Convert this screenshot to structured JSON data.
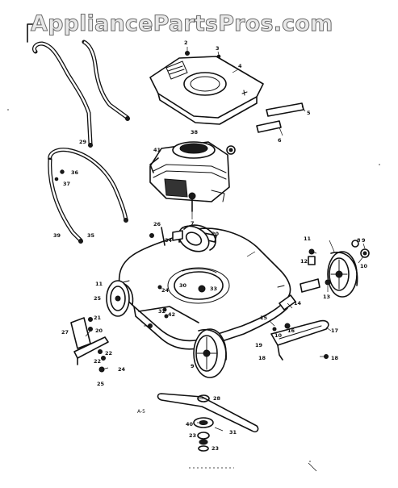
{
  "watermark": {
    "text": "AppliancePartsPros.com"
  },
  "diagram": {
    "caption": "A-5",
    "callouts": [
      {
        "id": "c2",
        "text": "2"
      },
      {
        "id": "c3",
        "text": "3"
      },
      {
        "id": "c4",
        "text": "4"
      },
      {
        "id": "c5",
        "text": "5"
      },
      {
        "id": "c6",
        "text": "6"
      },
      {
        "id": "c7",
        "text": "7"
      },
      {
        "id": "c8",
        "text": "8"
      },
      {
        "id": "c9",
        "text": "9"
      },
      {
        "id": "c10",
        "text": "10"
      },
      {
        "id": "c11",
        "text": "11"
      },
      {
        "id": "c12",
        "text": "12"
      },
      {
        "id": "c13",
        "text": "13"
      },
      {
        "id": "c14",
        "text": "14"
      },
      {
        "id": "c15",
        "text": "15"
      },
      {
        "id": "c16",
        "text": "16"
      },
      {
        "id": "c17",
        "text": "17"
      },
      {
        "id": "c18",
        "text": "18"
      },
      {
        "id": "c19",
        "text": "19"
      },
      {
        "id": "c20",
        "text": "20"
      },
      {
        "id": "c21",
        "text": "21"
      },
      {
        "id": "c22",
        "text": "22"
      },
      {
        "id": "c23",
        "text": "23"
      },
      {
        "id": "c24",
        "text": "24"
      },
      {
        "id": "c25",
        "text": "25"
      },
      {
        "id": "c26",
        "text": "26"
      },
      {
        "id": "c27",
        "text": "27"
      },
      {
        "id": "c28",
        "text": "28"
      },
      {
        "id": "c29",
        "text": "29"
      },
      {
        "id": "c30",
        "text": "30"
      },
      {
        "id": "c31",
        "text": "31"
      },
      {
        "id": "c32",
        "text": "32"
      },
      {
        "id": "c33",
        "text": "33"
      },
      {
        "id": "c34",
        "text": "34"
      },
      {
        "id": "c35",
        "text": "35"
      },
      {
        "id": "c36",
        "text": "36"
      },
      {
        "id": "c37",
        "text": "37"
      },
      {
        "id": "c38",
        "text": "38"
      },
      {
        "id": "c39",
        "text": "39"
      },
      {
        "id": "c40",
        "text": "40"
      },
      {
        "id": "c41",
        "text": "41"
      },
      {
        "id": "c42",
        "text": "42"
      },
      {
        "id": "c9b",
        "text": "9"
      },
      {
        "id": "c10b",
        "text": "10"
      },
      {
        "id": "c11b",
        "text": "11"
      },
      {
        "id": "c18b",
        "text": "18"
      },
      {
        "id": "c20b",
        "text": "20"
      },
      {
        "id": "c22b",
        "text": "22"
      },
      {
        "id": "c23b",
        "text": "23"
      },
      {
        "id": "c24b",
        "text": "24"
      },
      {
        "id": "c25b",
        "text": "25"
      }
    ]
  }
}
